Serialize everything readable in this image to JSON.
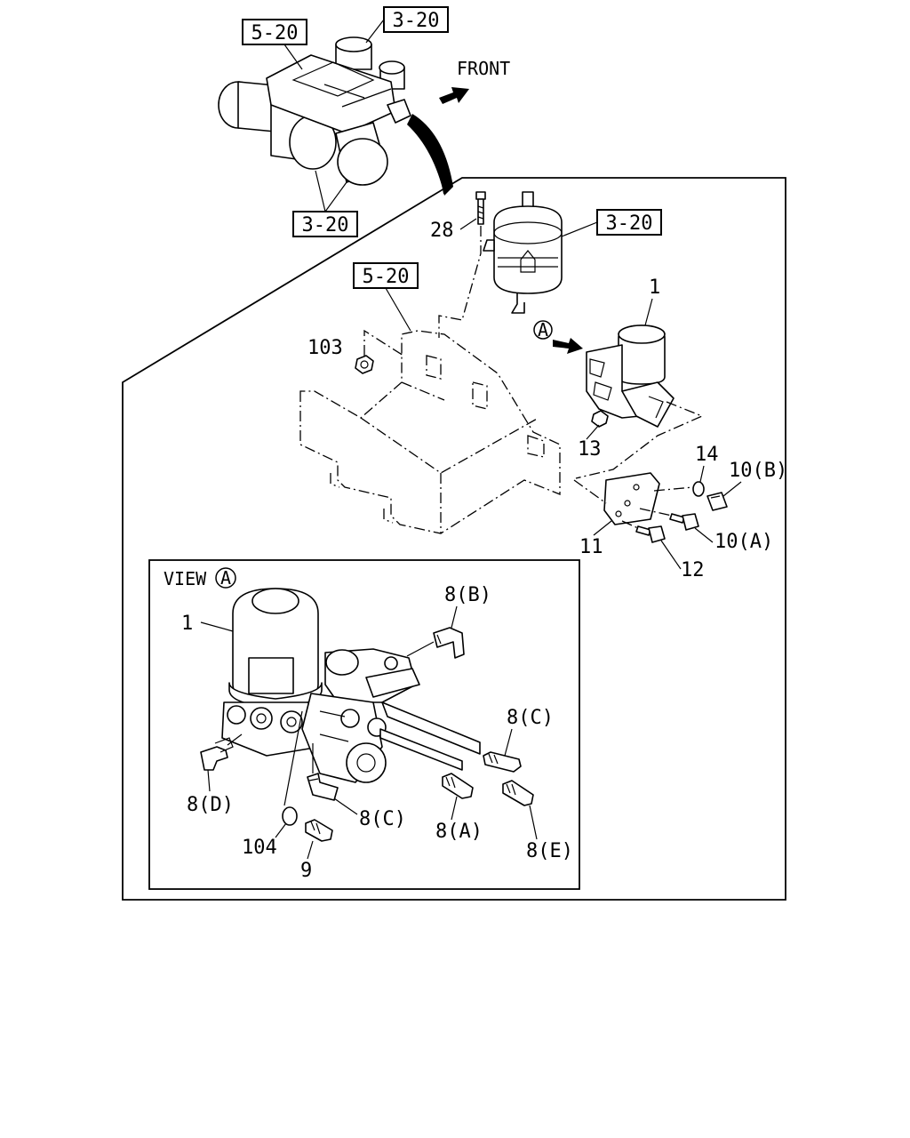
{
  "labels": {
    "front": "FRONT",
    "view_title": "VIEW",
    "view_marker": "A",
    "section_marker": "A",
    "ref_3_20_top": "3-20",
    "ref_5_20_top": "5-20",
    "ref_3_20_bottom": "3-20",
    "ref_3_20_tank": "3-20",
    "ref_5_20_bracket": "5-20",
    "part_1": "1",
    "part_28": "28",
    "part_103": "103",
    "part_13": "13",
    "part_14": "14",
    "part_10b": "10(B)",
    "part_10a": "10(A)",
    "part_11": "11",
    "part_12": "12",
    "view_part_1": "1",
    "view_8b": "8(B)",
    "view_8c_right": "8(C)",
    "view_8d": "8(D)",
    "view_8c_bottom": "8(C)",
    "view_8a": "8(A)",
    "view_8e": "8(E)",
    "view_104": "104",
    "view_9": "9"
  }
}
